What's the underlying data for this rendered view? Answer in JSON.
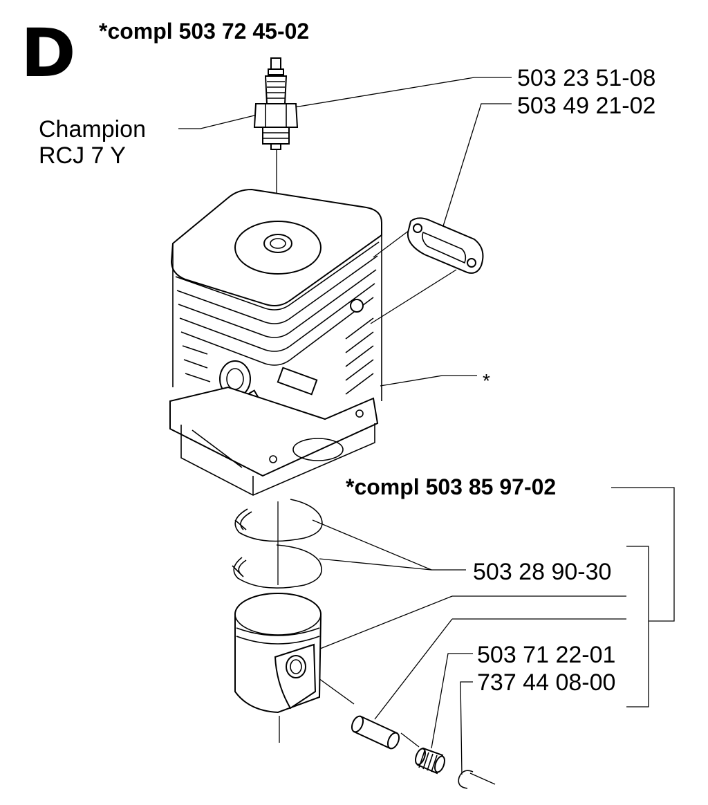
{
  "section_letter": "D",
  "assemblies": {
    "cylinder_assy": "*compl 503 72 45-02",
    "piston_assy": "*compl 503 85 97-02"
  },
  "labels": {
    "spark_plug_brand": "Champion",
    "spark_plug_model": "RCJ 7 Y",
    "spark_plug_pn": "503 23 51-08",
    "gasket_pn": "503 49 21-02",
    "cylinder_mark": "*",
    "piston_ring_pn": "503 28 90-30",
    "needle_bearing_pn": "503 71 22-01",
    "circlip_pn": "737 44 08-00"
  }
}
